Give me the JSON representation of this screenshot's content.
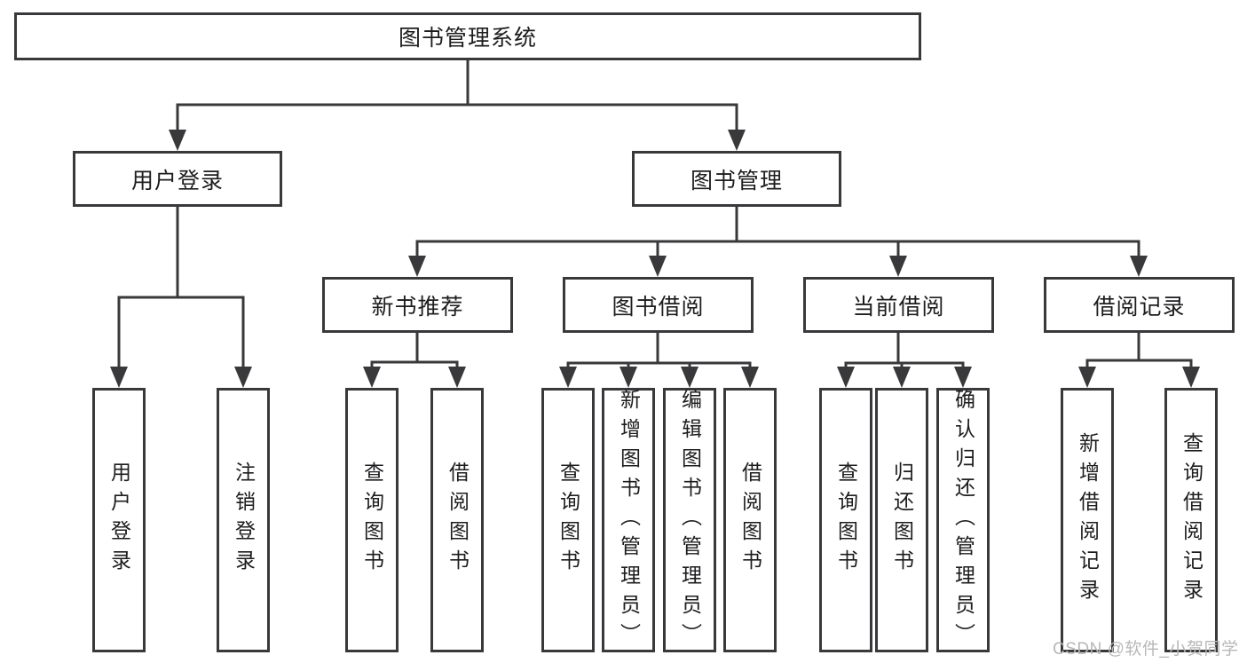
{
  "colors": {
    "line": "#39393b",
    "text": "#1d1d1f",
    "watermark": "#b7b7b7",
    "background": "#ffffff"
  },
  "watermark": {
    "text": "CSDN @软件_小贺同学"
  },
  "tree": {
    "label": "图书管理系统",
    "children": [
      {
        "label": "用户登录",
        "children": [
          {
            "label": "用户登录"
          },
          {
            "label": "注销登录"
          }
        ]
      },
      {
        "label": "图书管理",
        "children": [
          {
            "label": "新书推荐",
            "children": [
              {
                "label": "查询图书"
              },
              {
                "label": "借阅图书"
              }
            ]
          },
          {
            "label": "图书借阅",
            "children": [
              {
                "label": "查询图书"
              },
              {
                "label": "新增图书（管理员）"
              },
              {
                "label": "编辑图书（管理员）"
              },
              {
                "label": "借阅图书"
              }
            ]
          },
          {
            "label": "当前借阅",
            "children": [
              {
                "label": "查询图书"
              },
              {
                "label": "归还图书"
              },
              {
                "label": "确认归还（管理员）"
              }
            ]
          },
          {
            "label": "借阅记录",
            "children": [
              {
                "label": "新增借阅记录"
              },
              {
                "label": "查询借阅记录"
              }
            ]
          }
        ]
      }
    ]
  }
}
